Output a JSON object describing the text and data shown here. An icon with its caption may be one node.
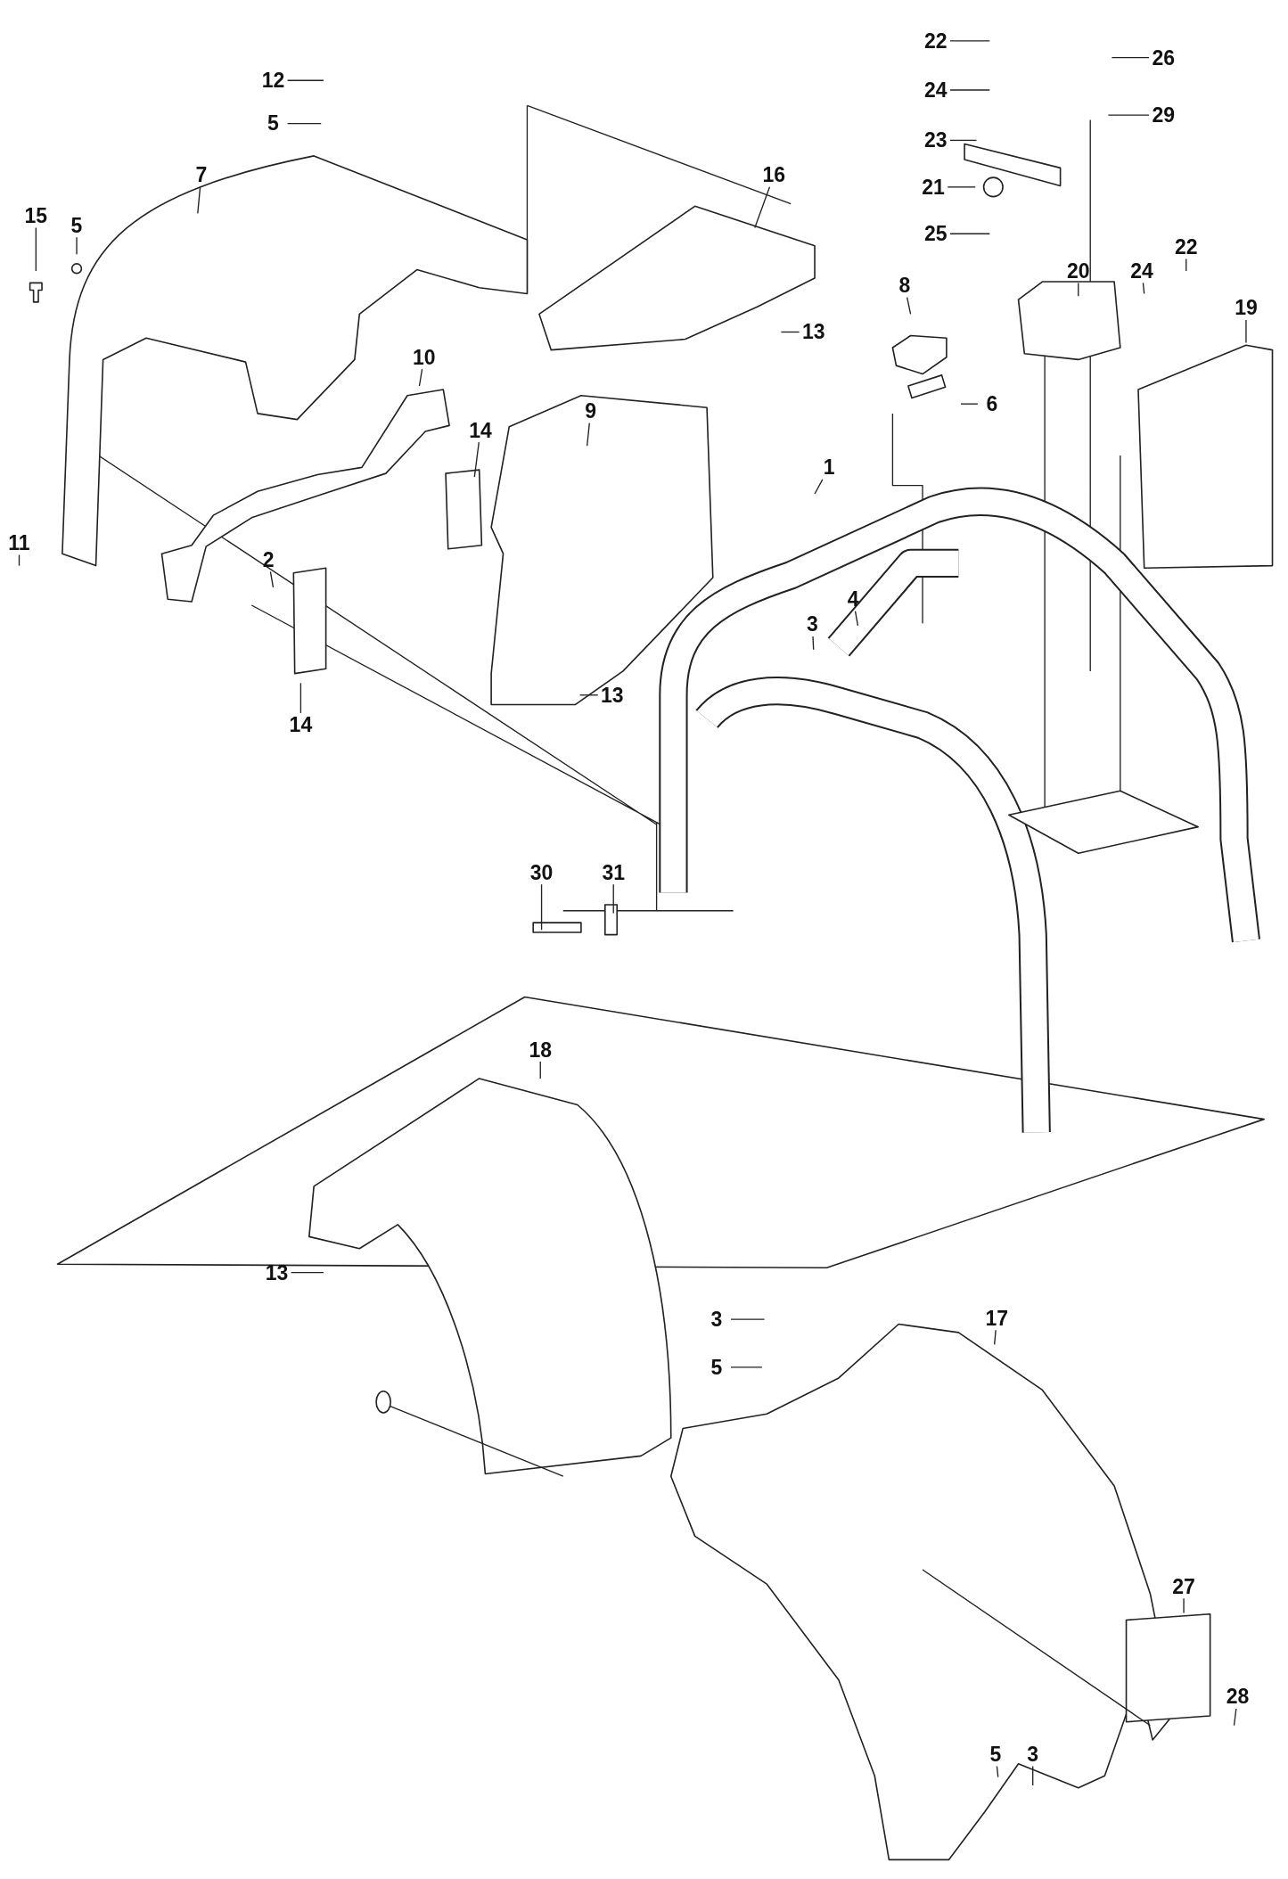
{
  "diagram": {
    "nodes": [
      {
        "text": [
          "12"
        ]
      },
      {
        "text": [
          "5"
        ]
      },
      {
        "text": [
          "7"
        ]
      },
      {
        "text": [
          "15"
        ]
      },
      {
        "text": [
          "5"
        ]
      },
      {
        "text": [
          "10"
        ]
      },
      {
        "text": [
          "14"
        ]
      },
      {
        "text": [
          "9"
        ]
      },
      {
        "text": [
          "11"
        ]
      },
      {
        "text": [
          "2"
        ]
      },
      {
        "text": [
          "14"
        ]
      },
      {
        "text": [
          "16"
        ]
      },
      {
        "text": [
          "13"
        ]
      },
      {
        "text": [
          "13"
        ]
      },
      {
        "text": [
          "8"
        ]
      },
      {
        "text": [
          "6"
        ]
      },
      {
        "text": [
          "1"
        ]
      },
      {
        "text": [
          "3"
        ]
      },
      {
        "text": [
          "4"
        ]
      },
      {
        "text": [
          "22"
        ]
      },
      {
        "text": [
          "24"
        ]
      },
      {
        "text": [
          "23"
        ]
      },
      {
        "text": [
          "21"
        ]
      },
      {
        "text": [
          "25"
        ]
      },
      {
        "text": [
          "26"
        ]
      },
      {
        "text": [
          "29"
        ]
      },
      {
        "text": [
          "20"
        ]
      },
      {
        "text": [
          "24"
        ]
      },
      {
        "text": [
          "22"
        ]
      },
      {
        "text": [
          "19"
        ]
      },
      {
        "text": [
          "30"
        ]
      },
      {
        "text": [
          "31"
        ]
      },
      {
        "text": [
          "18"
        ]
      },
      {
        "text": [
          "13"
        ]
      },
      {
        "text": [
          "3"
        ]
      },
      {
        "text": [
          "5"
        ]
      },
      {
        "text": [
          "17"
        ]
      },
      {
        "text": [
          "27"
        ]
      },
      {
        "text": [
          "28"
        ]
      },
      {
        "text": [
          "5"
        ]
      },
      {
        "text": [
          "3"
        ]
      }
    ],
    "edges": [
      {
        "from": 0,
        "to": null,
        "arrow": "none"
      },
      {
        "from": 1,
        "to": null,
        "arrow": "none"
      },
      {
        "from": 2,
        "to": null,
        "arrow": "none"
      },
      {
        "from": 3,
        "to": null,
        "arrow": "none"
      },
      {
        "from": 4,
        "to": null,
        "arrow": "none"
      },
      {
        "from": 5,
        "to": null,
        "arrow": "none"
      },
      {
        "from": 6,
        "to": null,
        "arrow": "none"
      },
      {
        "from": 7,
        "to": null,
        "arrow": "none"
      },
      {
        "from": 8,
        "to": null,
        "arrow": "none"
      },
      {
        "from": 9,
        "to": null,
        "arrow": "none"
      },
      {
        "from": 10,
        "to": null,
        "arrow": "none"
      },
      {
        "from": 11,
        "to": null,
        "arrow": "none"
      },
      {
        "from": 12,
        "to": null,
        "arrow": "none"
      },
      {
        "from": 13,
        "to": null,
        "arrow": "none"
      },
      {
        "from": 14,
        "to": null,
        "arrow": "none"
      },
      {
        "from": 15,
        "to": null,
        "arrow": "none"
      },
      {
        "from": 16,
        "to": null,
        "arrow": "none"
      },
      {
        "from": 17,
        "to": null,
        "arrow": "none"
      },
      {
        "from": 18,
        "to": null,
        "arrow": "none"
      },
      {
        "from": 19,
        "to": null,
        "arrow": "none"
      },
      {
        "from": 20,
        "to": null,
        "arrow": "none"
      },
      {
        "from": 21,
        "to": null,
        "arrow": "none"
      },
      {
        "from": 22,
        "to": null,
        "arrow": "none"
      },
      {
        "from": 23,
        "to": null,
        "arrow": "none"
      },
      {
        "from": 24,
        "to": null,
        "arrow": "none"
      },
      {
        "from": 25,
        "to": null,
        "arrow": "none"
      },
      {
        "from": 26,
        "to": null,
        "arrow": "none"
      },
      {
        "from": 27,
        "to": null,
        "arrow": "none"
      },
      {
        "from": 28,
        "to": null,
        "arrow": "none"
      },
      {
        "from": 29,
        "to": null,
        "arrow": "none"
      },
      {
        "from": 30,
        "to": null,
        "arrow": "none"
      },
      {
        "from": 31,
        "to": null,
        "arrow": "none"
      },
      {
        "from": 32,
        "to": null,
        "arrow": "none"
      },
      {
        "from": 33,
        "to": null,
        "arrow": "none"
      },
      {
        "from": 34,
        "to": null,
        "arrow": "none"
      },
      {
        "from": 35,
        "to": null,
        "arrow": "none"
      },
      {
        "from": 36,
        "to": null,
        "arrow": "none"
      },
      {
        "from": 37,
        "to": null,
        "arrow": "none"
      },
      {
        "from": 38,
        "to": null,
        "arrow": "none"
      },
      {
        "from": 39,
        "to": null,
        "arrow": "none"
      },
      {
        "from": 40,
        "to": null,
        "arrow": "none"
      }
    ]
  }
}
